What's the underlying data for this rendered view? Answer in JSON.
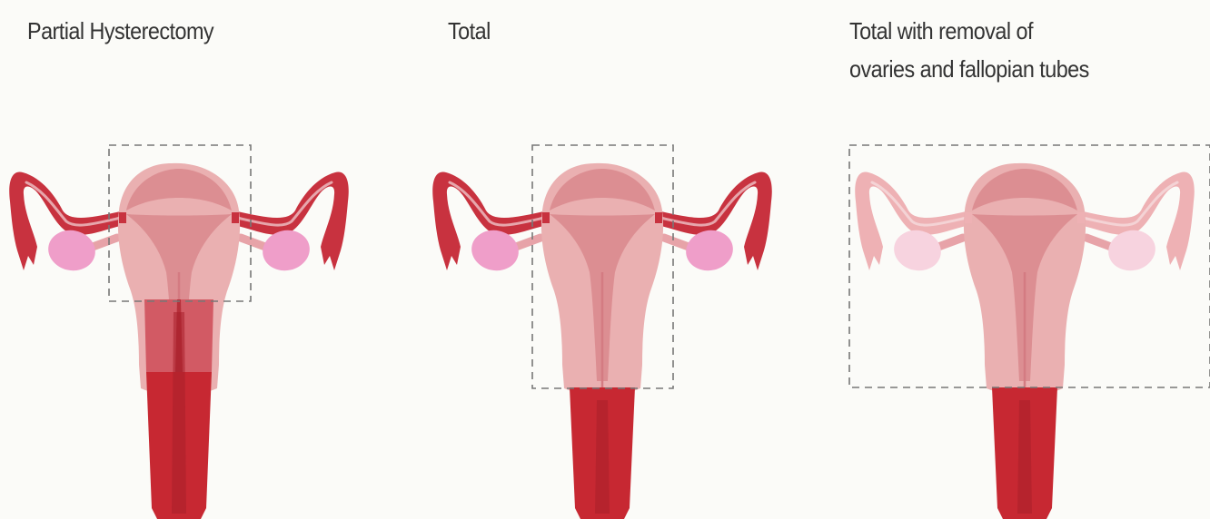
{
  "panels": [
    {
      "id": "partial",
      "title_lines": [
        "Partial Hysterectomy"
      ]
    },
    {
      "id": "total",
      "title_lines": [
        "Total"
      ]
    },
    {
      "id": "total-bso",
      "title_lines": [
        "Total with removal of",
        "ovaries and fallopian tubes"
      ]
    }
  ],
  "colors": {
    "background": "#fbfbf8",
    "uterus_body": "#eab0b1",
    "uterus_inner": "#dc8e92",
    "tube": "#c8323f",
    "tube_inner": "#f7e5e6",
    "ovary": "#ef9ec9",
    "cervix": "#d25a64",
    "vagina": "#c72832",
    "removed_tube": "#eeb1b4",
    "removed_ovary": "#f7d3df",
    "dashed_box": "#777777"
  }
}
